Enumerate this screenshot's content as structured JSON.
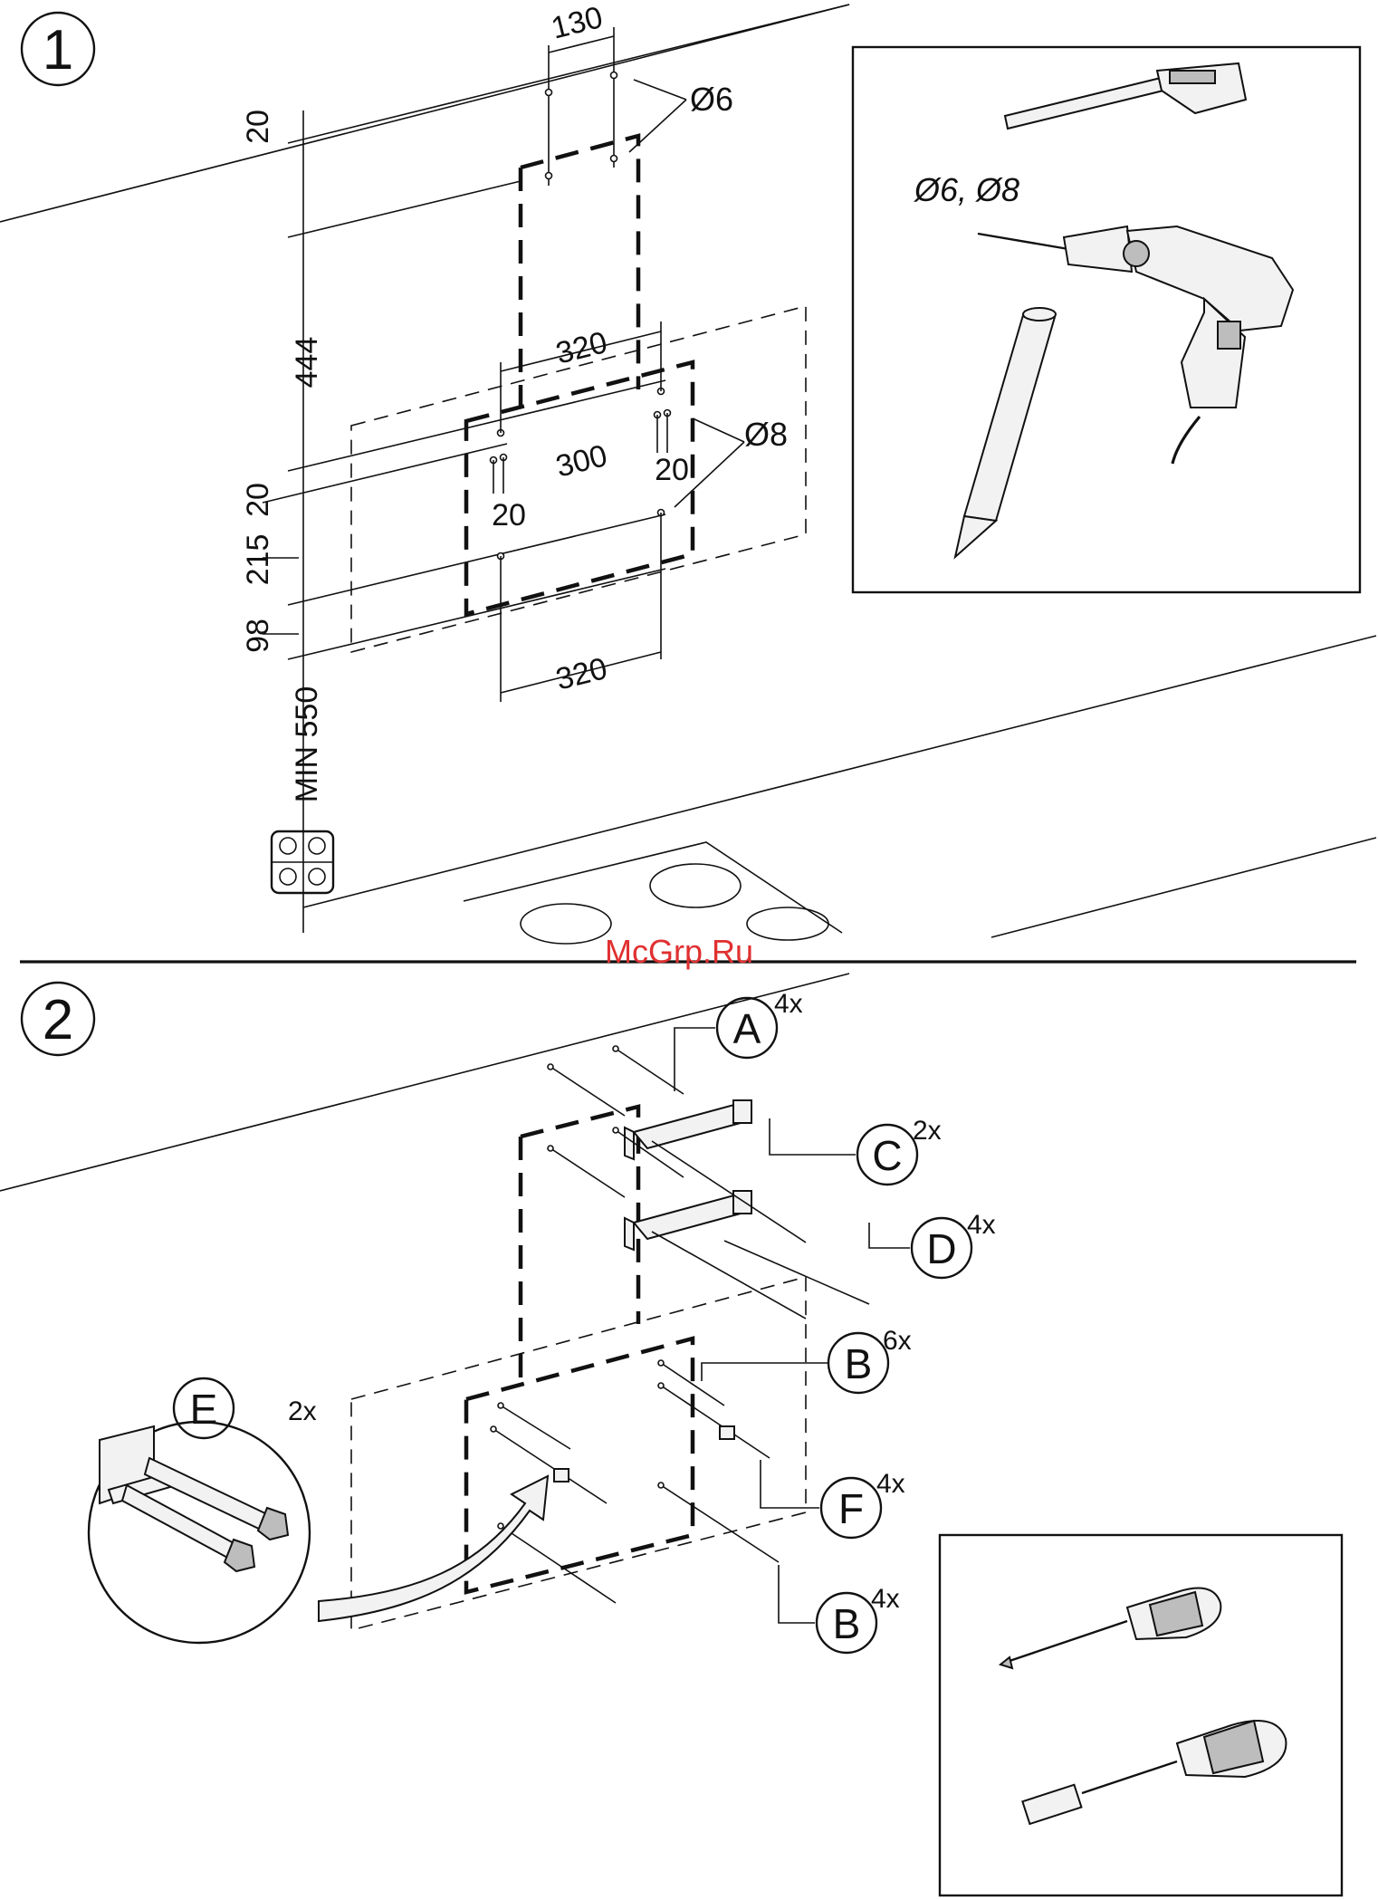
{
  "step1": {
    "number": "1",
    "dims": {
      "d130": "130",
      "d20_top": "20",
      "d444": "444",
      "d320_top": "320",
      "d300": "300",
      "d20_left": "20",
      "d20_right": "20",
      "d320_bottom": "320",
      "v20": "20",
      "v215": "215",
      "v98": "98",
      "min550": "MIN 550"
    },
    "holes_small": "Ø6",
    "holes_large": "Ø8",
    "tools_label": "Ø6, Ø8"
  },
  "watermark": "McGrp.Ru",
  "step2": {
    "number": "2",
    "parts": [
      {
        "letter": "A",
        "count": "4x"
      },
      {
        "letter": "C",
        "count": "2x"
      },
      {
        "letter": "D",
        "count": "4x"
      },
      {
        "letter": "B",
        "count": "6x"
      },
      {
        "letter": "F",
        "count": "4x"
      },
      {
        "letter": "B",
        "count": "4x"
      }
    ],
    "detail": {
      "letter": "E",
      "count": "2x"
    }
  }
}
